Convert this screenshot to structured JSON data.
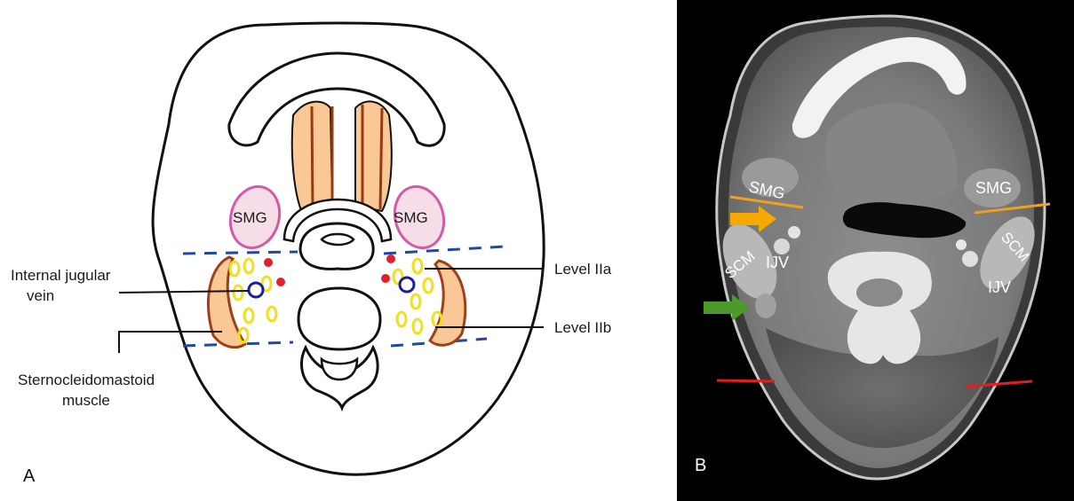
{
  "panel_a": {
    "letter": "A",
    "labels": {
      "smg_left": "SMG",
      "smg_right": "SMG",
      "ijv_line1": "Internal jugular",
      "ijv_line2": "vein",
      "scm_line1": "Sternocleidomastoid",
      "scm_line2": "muscle",
      "level_2a": "Level IIa",
      "level_2b": "Level IIb"
    }
  },
  "panel_b": {
    "letter": "B",
    "labels": {
      "smg_left": "SMG",
      "smg_right": "SMG",
      "scm_left": "SCM",
      "scm_right": "SCM",
      "ijv_left": "IJV",
      "ijv_right": "IJV"
    },
    "arrows": [
      {
        "name": "yellow-arrow",
        "color": "#f5a800"
      },
      {
        "name": "green-arrow",
        "color": "#4c9a2a"
      }
    ],
    "line_colors": {
      "level_line_upper": "#f0a020",
      "level_line_lower": "#e02020"
    }
  }
}
